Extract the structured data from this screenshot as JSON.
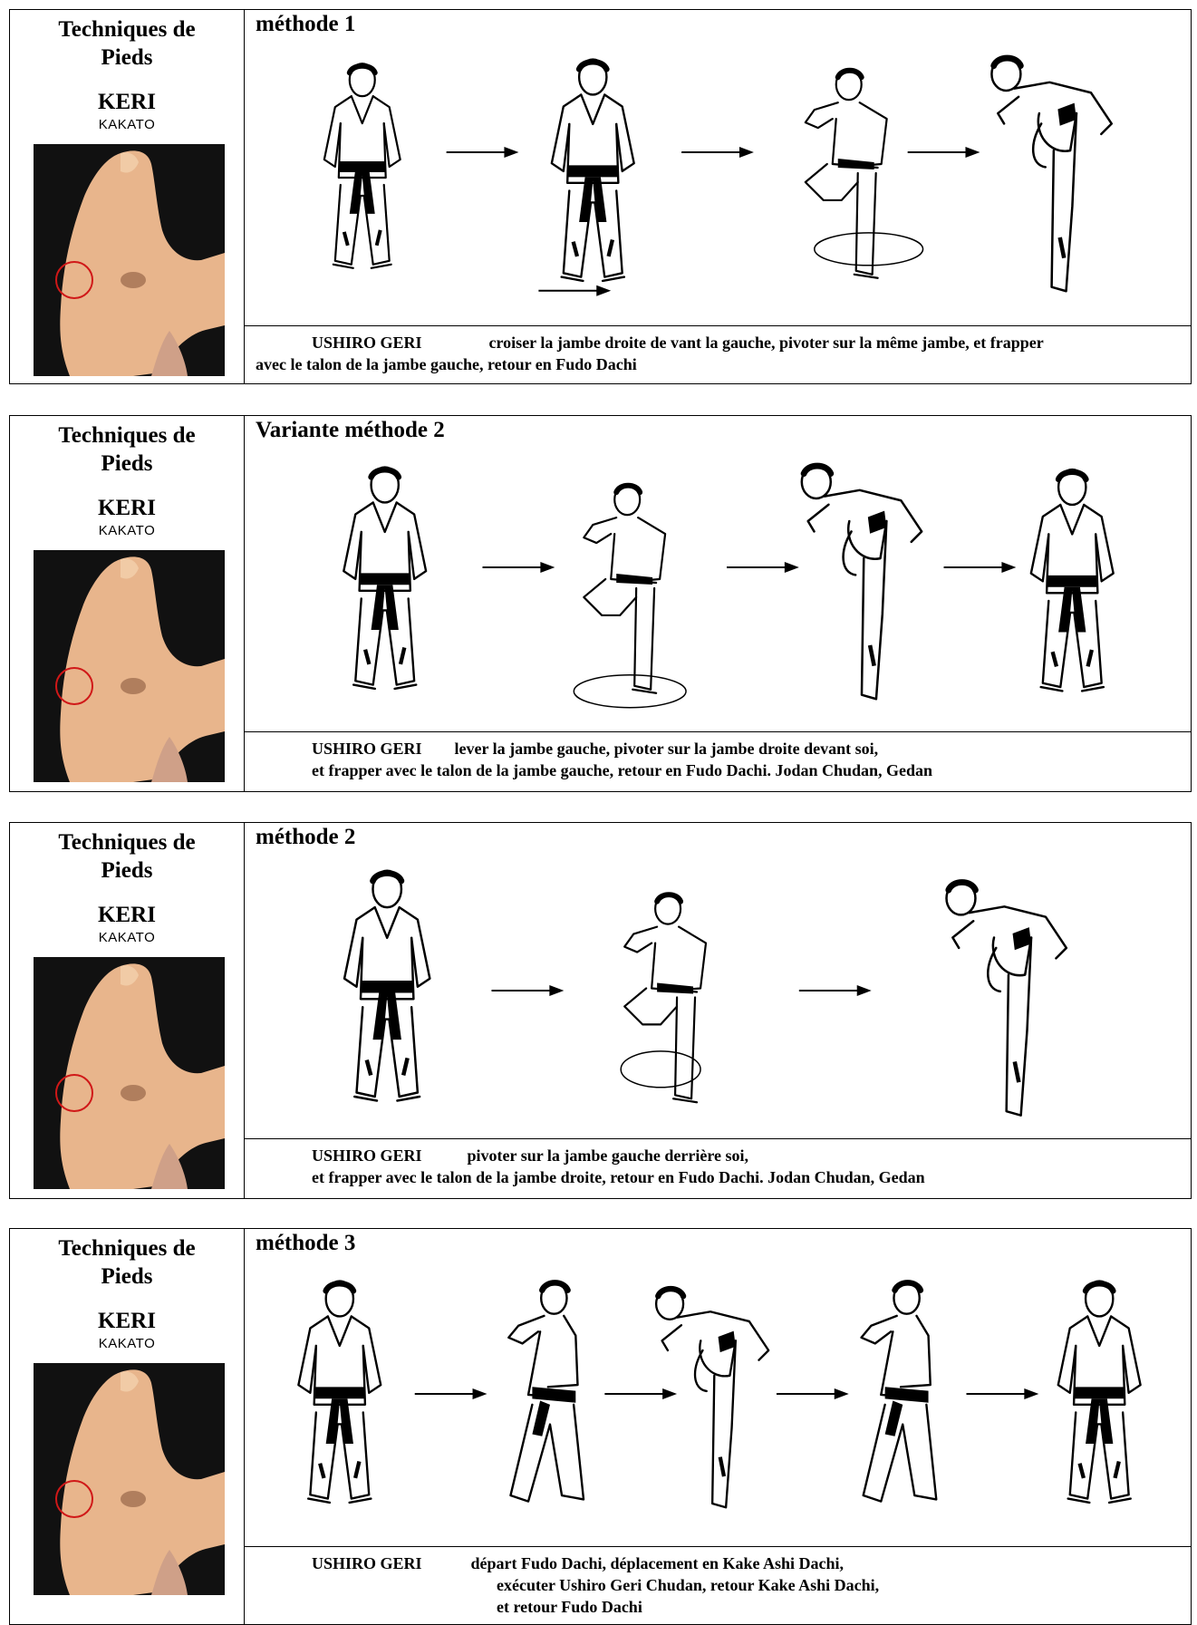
{
  "panels": [
    {
      "left": {
        "title_line1": "Techniques de",
        "title_line2": "Pieds",
        "keri": "KERI",
        "sub": "KAKATO"
      },
      "method": "méthode 1",
      "caption": {
        "label": "USHIRO GERI",
        "line1": "croiser la jambe droite de vant la gauche, pivoter sur la même jambe, et frapper",
        "line2": "avec le talon de la jambe gauche, retour en Fudo Dachi"
      }
    },
    {
      "left": {
        "title_line1": "Techniques de",
        "title_line2": "Pieds",
        "keri": "KERI",
        "sub": "KAKATO"
      },
      "method": "Variante méthode 2",
      "caption": {
        "label": "USHIRO GERI",
        "line1": "lever la jambe gauche, pivoter sur la jambe droite devant soi,",
        "line2": "et frapper avec le talon de la jambe gauche, retour en Fudo Dachi.   Jodan Chudan, Gedan"
      }
    },
    {
      "left": {
        "title_line1": "Techniques de",
        "title_line2": "Pieds",
        "keri": "KERI",
        "sub": "KAKATO"
      },
      "method": "méthode 2",
      "caption": {
        "label": "USHIRO GERI",
        "line1": "pivoter sur la jambe gauche derrière soi,",
        "line2": "et frapper avec le talon de la jambe droite, retour  en Fudo Dachi.  Jodan Chudan, Gedan"
      }
    },
    {
      "left": {
        "title_line1": "Techniques de",
        "title_line2": "Pieds",
        "keri": "KERI",
        "sub": "KAKATO"
      },
      "method": "méthode 3",
      "caption": {
        "label": "USHIRO GERI",
        "line1": "départ Fudo Dachi, déplacement  en Kake Ashi Dachi,",
        "line2": "exécuter Ushiro Geri Chudan, retour Kake Ashi Dachi,",
        "line3": "et retour Fudo Dachi"
      }
    }
  ]
}
